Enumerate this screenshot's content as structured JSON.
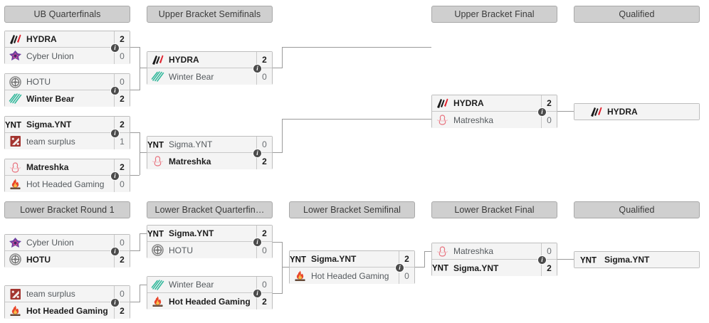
{
  "page": {
    "title": "Tournament Bracket",
    "bg_color": "#ffffff",
    "header_bg": "#cfcfcf",
    "box_bg": "#f4f4f4",
    "line_color": "#9a9a9a",
    "info_badge_color": "#4b4b4b",
    "info_badge_glyph": "i"
  },
  "headers": {
    "ub_quarterfinals": "UB Quarterfinals",
    "ub_semifinals": "Upper Bracket Semifinals",
    "ub_final": "Upper Bracket Final",
    "ub_qualified": "Qualified",
    "lb_round1": "Lower Bracket Round 1",
    "lb_quarterfinals": "Lower Bracket Quarterfin…",
    "lb_semifinal": "Lower Bracket Semifinal",
    "lb_final": "Lower Bracket Final",
    "lb_qualified": "Qualified"
  },
  "matches": {
    "ubqf1": {
      "top": {
        "team": "HYDRA",
        "logo": "hydra-logo",
        "score": "2",
        "winner": true
      },
      "bottom": {
        "team": "Cyber Union",
        "logo": "cyber-union-logo",
        "score": "0",
        "winner": false
      }
    },
    "ubqf2": {
      "top": {
        "team": "HOTU",
        "logo": "hotu-logo",
        "score": "0",
        "winner": false
      },
      "bottom": {
        "team": "Winter Bear",
        "logo": "winter-bear-logo",
        "score": "2",
        "winner": true
      }
    },
    "ubqf3": {
      "top": {
        "team": "Sigma.YNT",
        "logo": "ynt-logo",
        "score": "2",
        "winner": true
      },
      "bottom": {
        "team": "team surplus",
        "logo": "team-surplus-logo",
        "score": "1",
        "winner": false
      }
    },
    "ubqf4": {
      "top": {
        "team": "Matreshka",
        "logo": "matreshka-logo",
        "score": "2",
        "winner": true
      },
      "bottom": {
        "team": "Hot Headed Gaming",
        "logo": "hot-headed-logo",
        "score": "0",
        "winner": false
      }
    },
    "ubsf1": {
      "top": {
        "team": "HYDRA",
        "logo": "hydra-logo",
        "score": "2",
        "winner": true
      },
      "bottom": {
        "team": "Winter Bear",
        "logo": "winter-bear-logo",
        "score": "0",
        "winner": false
      }
    },
    "ubsf2": {
      "top": {
        "team": "Sigma.YNT",
        "logo": "ynt-logo",
        "score": "0",
        "winner": false
      },
      "bottom": {
        "team": "Matreshka",
        "logo": "matreshka-logo",
        "score": "2",
        "winner": true
      }
    },
    "ubf": {
      "top": {
        "team": "HYDRA",
        "logo": "hydra-logo",
        "score": "2",
        "winner": true
      },
      "bottom": {
        "team": "Matreshka",
        "logo": "matreshka-logo",
        "score": "0",
        "winner": false
      }
    },
    "ubqual": {
      "top": {
        "team": "HYDRA",
        "logo": "hydra-logo",
        "score": "",
        "winner": true
      }
    },
    "lbr1a": {
      "top": {
        "team": "Cyber Union",
        "logo": "cyber-union-logo",
        "score": "0",
        "winner": false
      },
      "bottom": {
        "team": "HOTU",
        "logo": "hotu-logo",
        "score": "2",
        "winner": true
      }
    },
    "lbr1b": {
      "top": {
        "team": "team surplus",
        "logo": "team-surplus-logo",
        "score": "0",
        "winner": false
      },
      "bottom": {
        "team": "Hot Headed Gaming",
        "logo": "hot-headed-logo",
        "score": "2",
        "winner": true
      }
    },
    "lbqf1": {
      "top": {
        "team": "Sigma.YNT",
        "logo": "ynt-logo",
        "score": "2",
        "winner": true
      },
      "bottom": {
        "team": "HOTU",
        "logo": "hotu-logo",
        "score": "0",
        "winner": false
      }
    },
    "lbqf2": {
      "top": {
        "team": "Winter Bear",
        "logo": "winter-bear-logo",
        "score": "0",
        "winner": false
      },
      "bottom": {
        "team": "Hot Headed Gaming",
        "logo": "hot-headed-logo",
        "score": "2",
        "winner": true
      }
    },
    "lbsf": {
      "top": {
        "team": "Sigma.YNT",
        "logo": "ynt-logo",
        "score": "2",
        "winner": true
      },
      "bottom": {
        "team": "Hot Headed Gaming",
        "logo": "hot-headed-logo",
        "score": "0",
        "winner": false
      }
    },
    "lbf": {
      "top": {
        "team": "Matreshka",
        "logo": "matreshka-logo",
        "score": "0",
        "winner": false
      },
      "bottom": {
        "team": "Sigma.YNT",
        "logo": "ynt-logo",
        "score": "2",
        "winner": true
      }
    },
    "lbqual": {
      "top": {
        "team": "Sigma.YNT",
        "logo": "ynt-logo",
        "score": "",
        "winner": true
      }
    }
  }
}
